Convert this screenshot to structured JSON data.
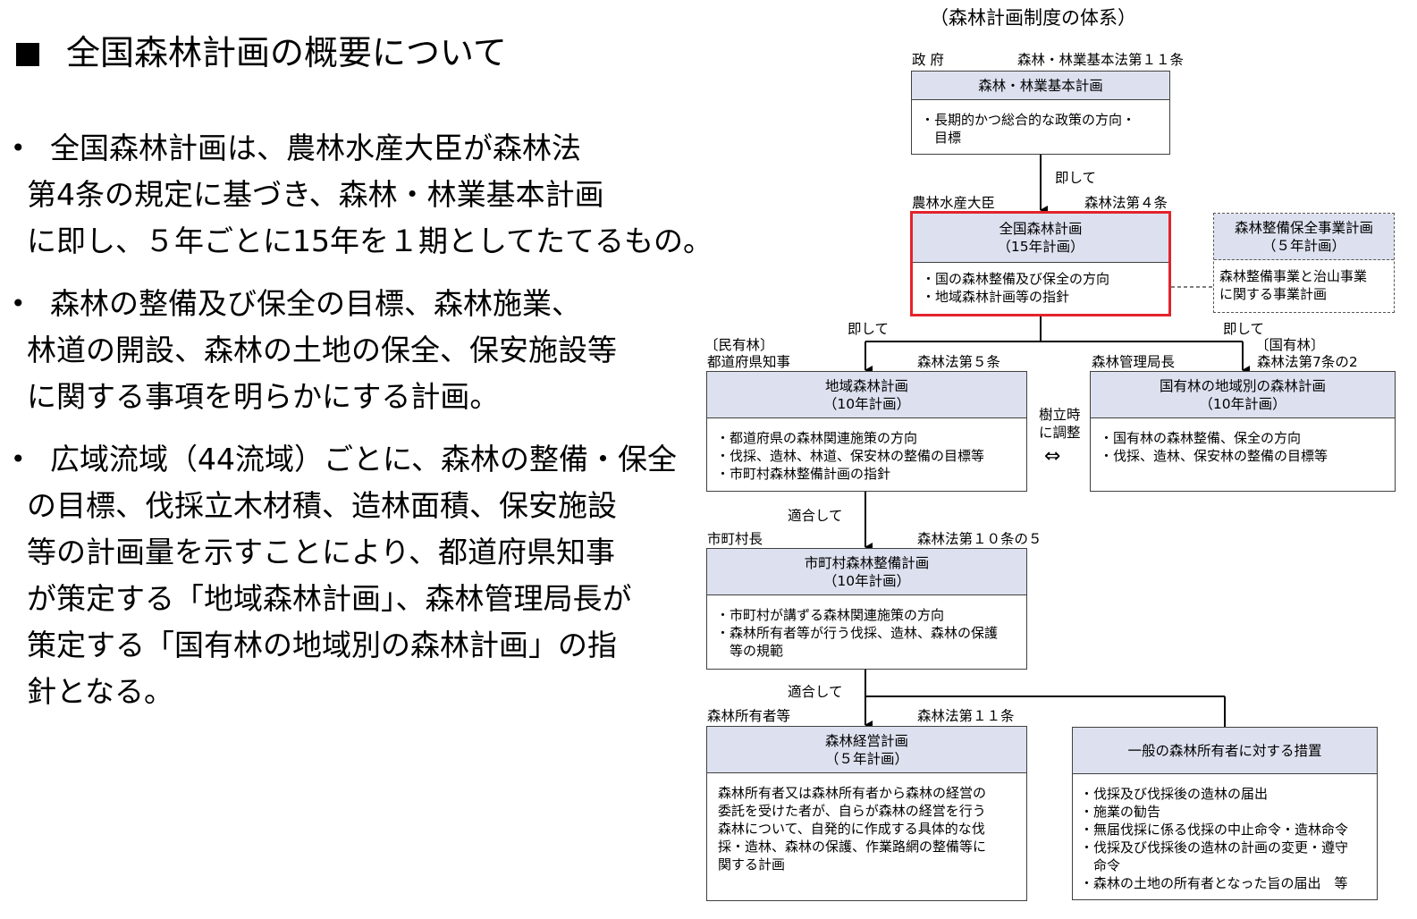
{
  "left": {
    "heading": "全国森林計画の概要について",
    "bullets": [
      [
        "全国森林計画は、農林水産大臣が森林法",
        "第4条の規定に基づき、森林・林業基本計画",
        "に即し、５年ごとに15年を１期としてたてるもの。"
      ],
      [
        "森林の整備及び保全の目標、森林施業、",
        "林道の開設、森林の土地の保全、保安施設等",
        "に関する事項を明らかにする計画。"
      ],
      [
        "広域流域（44流域）ごとに、森林の整備・保全",
        "の目標、伐採立木材積、造林面積、保安施設",
        "等の計画量を示すことにより、都道府県知事",
        "が策定する「地域森林計画」、森林管理局長が",
        "策定する「国有林の地域別の森林計画」の指",
        "針となる。"
      ]
    ]
  },
  "diagram": {
    "title": "（森林計画制度の体系）",
    "labels": {
      "gov": "政 府",
      "gov_law": "森林・林業基本法第１１条",
      "minister": "農林水産大臣",
      "minister_law": "森林法第４条",
      "sokushite1": "即して",
      "sokushite2": "即して",
      "sokushite3": "即して",
      "private_forest": "〔民有林〕",
      "governor": "都道府県知事",
      "law5": "森林法第５条",
      "bureau": "森林管理局長",
      "national_forest": "〔国有林〕",
      "law7": "森林法第7条の2",
      "adjust1": "樹立時",
      "adjust2": "に調整",
      "adjust_arrow": "⇔",
      "tekigo1": "適合して",
      "tekigo2": "適合して",
      "mayor": "市町村長",
      "law10": "森林法第１０条の５",
      "owners": "森林所有者等",
      "law11": "森林法第１１条"
    },
    "boxes": {
      "basic": {
        "title": [
          "森林・林業基本計画"
        ],
        "body": [
          "・長期的かつ総合的な政策の方向・",
          "　目標"
        ]
      },
      "national": {
        "title": [
          "全国森林計画",
          "（15年計画）"
        ],
        "body": [
          "・国の森林整備及び保全の方向",
          "・地域森林計画等の指針"
        ]
      },
      "project": {
        "title": [
          "森林整備保全事業計画",
          "（５年計画）"
        ],
        "body": [
          "森林整備事業と治山事業",
          "に関する事業計画"
        ]
      },
      "regional": {
        "title": [
          "地域森林計画",
          "（10年計画）"
        ],
        "body": [
          "・都道府県の森林関連施策の方向",
          "・伐採、造林、林道、保安林の整備の目標等",
          "・市町村森林整備計画の指針"
        ]
      },
      "national_regional": {
        "title": [
          "国有林の地域別の森林計画",
          "（10年計画）"
        ],
        "body": [
          "・国有林の森林整備、保全の方向",
          "・伐採、造林、保安林の整備の目標等"
        ]
      },
      "municipal": {
        "title": [
          "市町村森林整備計画",
          "（10年計画）"
        ],
        "body": [
          "・市町村が講ずる森林関連施策の方向",
          "・森林所有者等が行う伐採、造林、森林の保護",
          "　等の規範"
        ]
      },
      "management": {
        "title": [
          "森林経営計画",
          "（５年計画）"
        ],
        "body": [
          "森林所有者又は森林所有者から森林の経営の",
          "委託を受けた者が、自らが森林の経営を行う",
          "森林について、自発的に作成する具体的な伐",
          "採・造林、森林の保護、作業路網の整備等に",
          "関する計画"
        ]
      },
      "general": {
        "title": [
          "一般の森林所有者に対する措置"
        ],
        "body": [
          "・伐採及び伐採後の造林の届出",
          "・施業の勧告",
          "・無届伐採に係る伐採の中止命令・造林命令",
          "・伐採及び伐採後の造林の計画の変更・遵守",
          "　命令",
          "・森林の土地の所有者となった旨の届出　等"
        ]
      }
    }
  }
}
